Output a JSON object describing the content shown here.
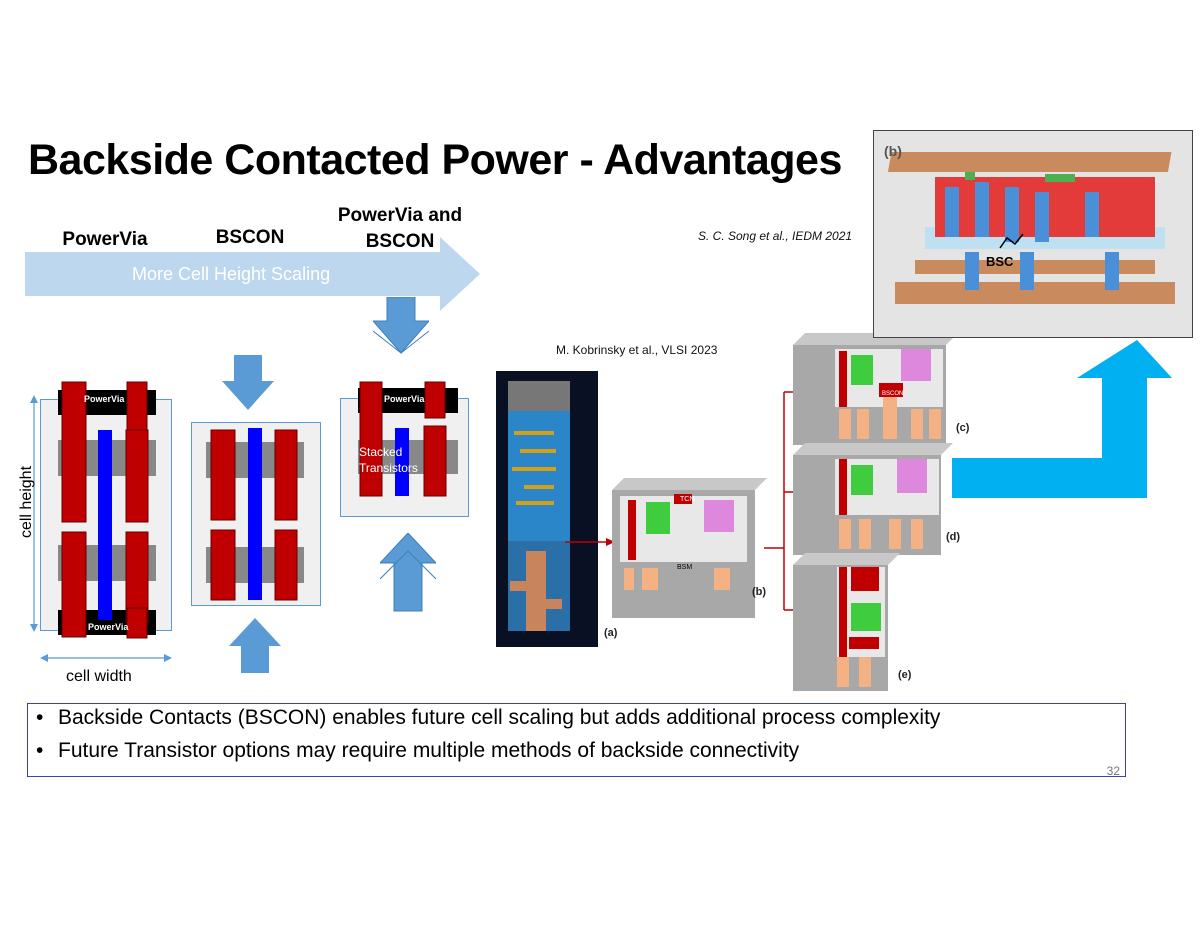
{
  "title": "Backside Contacted Power - Advantages",
  "columns": {
    "powervia": "PowerVia",
    "bscon": "BSCON",
    "powervia_bscon": "PowerVia and BSCON"
  },
  "scaling_arrow_label": "More Cell Height Scaling",
  "cell_labels": {
    "powervia_top": "PowerVia",
    "powervia_bottom": "PowerVia",
    "stacked_powervia": "PowerVia",
    "stacked_transistors": "Stacked Transistors",
    "cell_height": "cell height",
    "cell_width": "cell width"
  },
  "citations": {
    "song": "S. C. Song et al., IEDM 2021",
    "kobrinsky": "M. Kobrinsky et al., VLSI 2023"
  },
  "figure_labels": {
    "a": "(a)",
    "b": "(b)",
    "c": "(c)",
    "d": "(d)",
    "e": "(e)",
    "inset_b": "(b)",
    "bsc": "BSC",
    "tcn": "TCN",
    "bsm": "BSM",
    "bscon": "BSCON",
    "powervia": "PowerVia"
  },
  "bullets": [
    "Backside Contacts (BSCON) enables future cell scaling but adds additional process complexity",
    "Future Transistor options may require multiple methods of backside connectivity"
  ],
  "page_number": "32",
  "colors": {
    "accent_blue": "#5b9bd5",
    "scaling_arrow": "#bdd7ee",
    "transistor_red": "#c00000",
    "gate_blue": "#0000ff",
    "bright_arrow": "#00b0f0"
  }
}
